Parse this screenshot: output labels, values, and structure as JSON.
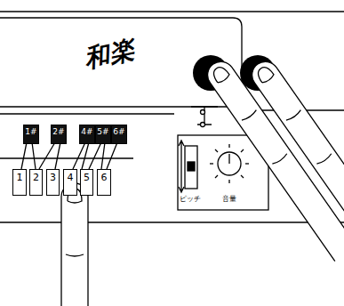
{
  "diagram": {
    "nodes": [
      {
        "text": [
          "1̇#"
        ]
      },
      {
        "text": [
          "2̇#"
        ]
      },
      {
        "text": [
          "4̇#"
        ]
      },
      {
        "text": [
          "5̇#"
        ]
      },
      {
        "text": [
          "6̇#"
        ]
      },
      {
        "text": [
          "1̇"
        ]
      },
      {
        "text": [
          "2̇"
        ]
      },
      {
        "text": [
          "3̇"
        ]
      },
      {
        "text": [
          "4̇"
        ]
      },
      {
        "text": [
          "5̇"
        ]
      },
      {
        "text": [
          "6̇"
        ]
      }
    ],
    "labels": [
      "和楽",
      "ピッチ",
      "音量"
    ]
  }
}
